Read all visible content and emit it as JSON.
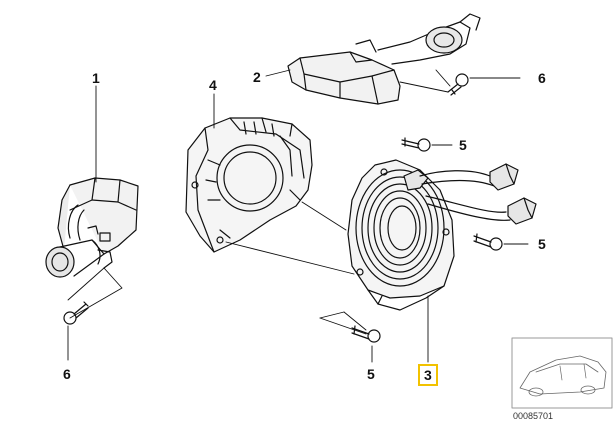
{
  "callouts": {
    "c1": "1",
    "c2": "2",
    "c3": "3",
    "c4": "4",
    "c5_top": "5",
    "c5_right": "5",
    "c5_bottom": "5",
    "c6_top": "6",
    "c6_left": "6"
  },
  "thumbnail": {
    "code": "00085701"
  },
  "colors": {
    "line": "#111111",
    "highlight": "#f2c200"
  }
}
